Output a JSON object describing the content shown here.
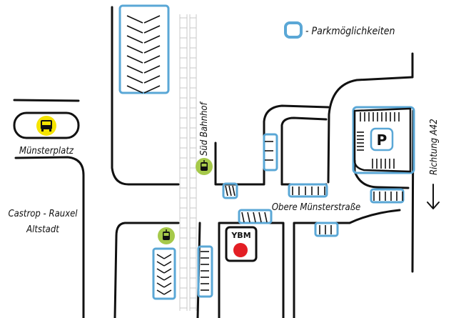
{
  "legend": {
    "label": "- Parkmöglichkeiten",
    "icon": "parking-area-icon"
  },
  "places": {
    "muensterplatz": "Münsterplatz",
    "castrop_line1": "Castrop - Rauxel",
    "castrop_line2": "Altstadt",
    "sued_bahnhof": "Süd Bahnhof",
    "street": "Obere Münsterstraße",
    "direction": "Richtung A42",
    "ybm": "YBM",
    "parking_sign": "P"
  },
  "colors": {
    "parking": "#5aa7d6",
    "bus_stop": "#f5e400",
    "tram_stop": "#a6c94a",
    "ybm_marker": "#e31e24"
  }
}
